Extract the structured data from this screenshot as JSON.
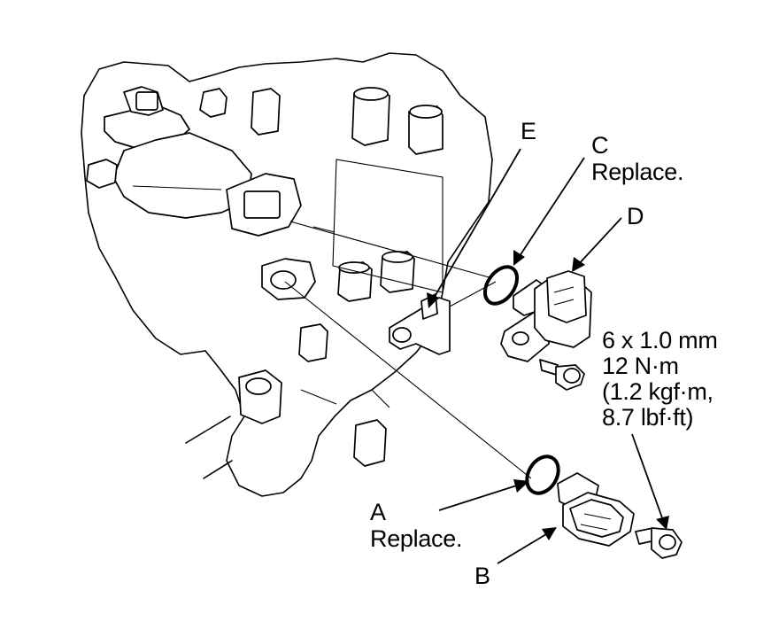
{
  "labels": {
    "e": "E",
    "c_letter": "C",
    "c_note": "Replace.",
    "d": "D",
    "bolt_spec": [
      "6 x 1.0 mm",
      "12 N·m",
      "(1.2 kgf·m,",
      "8.7 lbf·ft)"
    ],
    "a_letter": "A",
    "a_note": "Replace.",
    "b": "B"
  }
}
